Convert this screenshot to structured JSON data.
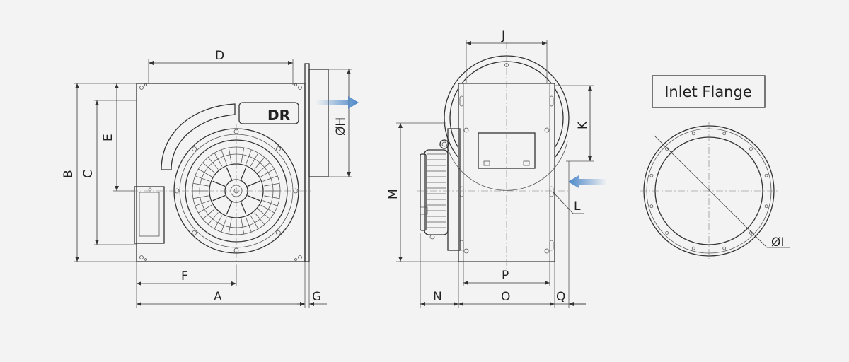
{
  "labels": {
    "A": "A",
    "B": "B",
    "C": "C",
    "D": "D",
    "E": "E",
    "F": "F",
    "G": "G",
    "H": "ØH",
    "I": "ØI",
    "J": "J",
    "K": "K",
    "L": "L",
    "M": "M",
    "N": "N",
    "O": "O",
    "P": "P",
    "Q": "Q"
  },
  "flange_title": "Inlet Flange",
  "logo_text": "DR",
  "colors": {
    "airflow_arrow": "#4a86c8",
    "line": "#333333",
    "background": "#f3f3f3"
  },
  "icons": {
    "front_airflow": "arrow-right-icon",
    "side_airflow": "arrow-left-icon"
  }
}
